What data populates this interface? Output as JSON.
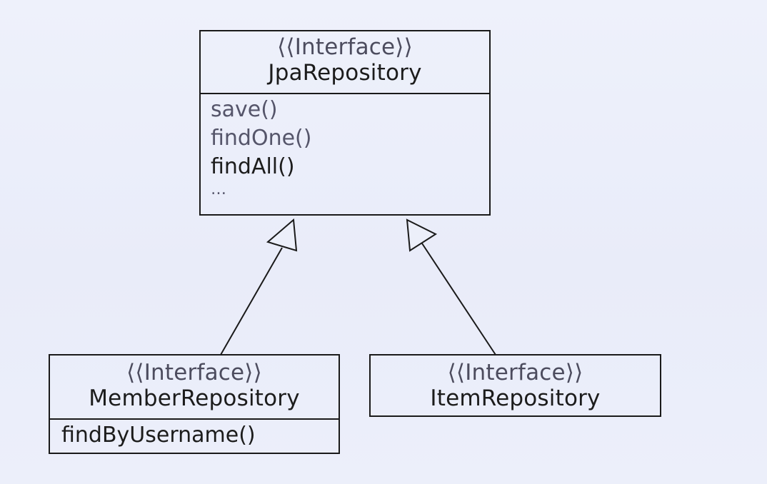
{
  "diagram": {
    "classes": [
      {
        "id": "jpa",
        "stereotype": "⟨⟨Interface⟩⟩",
        "name": "JpaRepository",
        "methods": [
          "save()",
          "findOne()",
          "findAll()",
          "…"
        ]
      },
      {
        "id": "member",
        "stereotype": "⟨⟨Interface⟩⟩",
        "name": "MemberRepository",
        "methods": [
          "findByUsername()"
        ]
      },
      {
        "id": "item",
        "stereotype": "⟨⟨Interface⟩⟩",
        "name": "ItemRepository",
        "methods": []
      }
    ],
    "relations": [
      {
        "type": "generalization",
        "from": "MemberRepository",
        "to": "JpaRepository"
      },
      {
        "type": "generalization",
        "from": "ItemRepository",
        "to": "JpaRepository"
      }
    ],
    "colors": {
      "line": "#1a1a1a",
      "background": "#eceffa"
    }
  }
}
